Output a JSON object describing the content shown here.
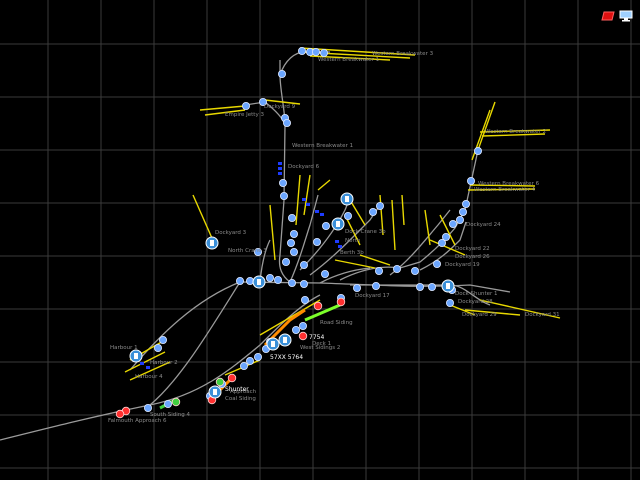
{
  "colors": {
    "background": "#000000",
    "grid": "#3a3a3a",
    "track": "#9a9a9a",
    "siding": "#e8d800",
    "node": "#6ba6ff",
    "signal_red": "#ff3030",
    "signal_green": "#40d040",
    "route_orange": "#ff8c00",
    "route_green": "#7cff2a",
    "label": "#8a8a8a"
  },
  "toolbar": {
    "alert_icon": "red-parallelogram-icon",
    "display_icon": "monitor-icon"
  },
  "labels": {
    "western_breakwater_3": "Western Breakwater 3",
    "western_breakwater_1": "Western Breakwater 1",
    "western_breakwater_2": "Western Breakwater 2",
    "western_breakwater_6": "Western Breakwater 6",
    "western_breakwater_4": "Western Breakwater 4",
    "empire_jetty": "Empire Jetty 3",
    "dockyard_9": "Dockyard 9",
    "dockyard_6": "Dockyard 6",
    "dockyard_3": "Dockyard 3",
    "dockyard_24": "Dockyard 24",
    "dockyard_22": "Dockyard 22",
    "dockyard_26": "Dockyard 26",
    "dockyard_19": "Dockyard 19",
    "dockyard_28": "Dockyard 28",
    "dockyard_29": "Dockyard 29",
    "dockyard_31": "Dockyard 31",
    "dockyard_17": "Dockyard 17",
    "dock_crane": "Dock Crane 3b",
    "north_crane": "North Crane 3",
    "berth": "Berth 3b",
    "north": "North",
    "dock_shunter": "Dock Shunter 1",
    "harbour_1": "Harbour 1",
    "harbour_2": "Harbour 2",
    "harbour_4": "Harbour 4",
    "road_siding": "Road Siding",
    "coal_siding": "Coal Siding",
    "west_sidings": "West Sidings 2",
    "deck_1": "Deck 1",
    "loco_7754": "7754",
    "loco_5764": "57XX 5764",
    "shunter": "Shunter",
    "approach": "Approach",
    "coal_siding_2": "Coal Siding",
    "south_siding": "South Siding 4",
    "falmouth": "Falmouth Approach 6"
  }
}
